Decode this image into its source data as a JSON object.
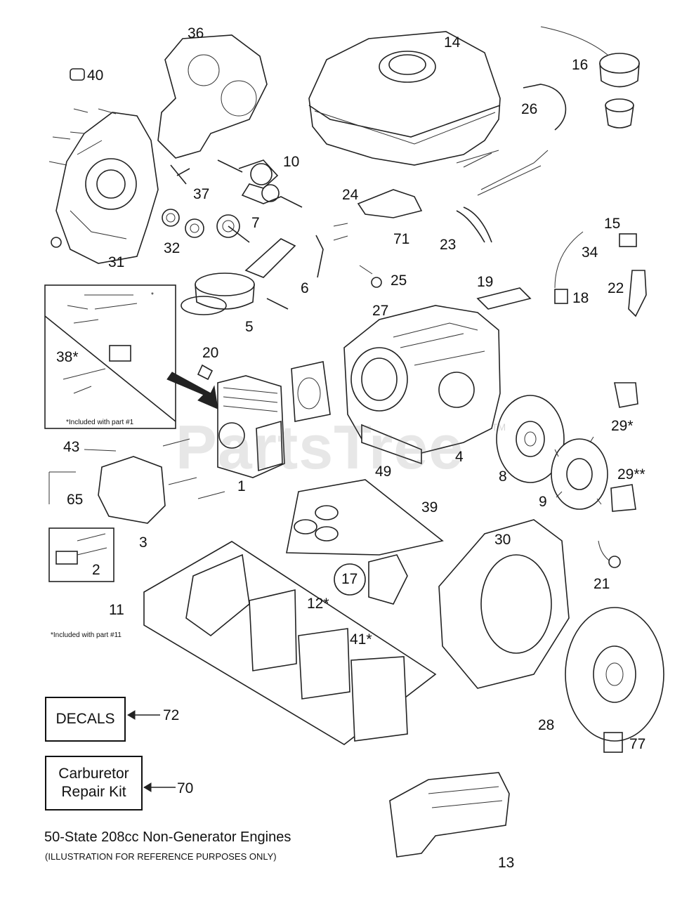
{
  "watermark": "PartsTree",
  "watermark_tm": "TM",
  "labels": {
    "p1": "1",
    "p2": "2",
    "p3": "3",
    "p4": "4",
    "p5": "5",
    "p6": "6",
    "p7": "7",
    "p8": "8",
    "p9": "9",
    "p10": "10",
    "p11": "11",
    "p12": "12*",
    "p13": "13",
    "p14": "14",
    "p15": "15",
    "p16": "16",
    "p17": "17",
    "p18": "18",
    "p19": "19",
    "p20": "20",
    "p21": "21",
    "p22": "22",
    "p23": "23",
    "p24": "24",
    "p25": "25",
    "p26": "26",
    "p27": "27",
    "p28": "28",
    "p29a": "29*",
    "p29b": "29**",
    "p30": "30",
    "p31": "31",
    "p32": "32",
    "p34": "34",
    "p36": "36",
    "p37": "37",
    "p38": "38*",
    "p39": "39",
    "p40": "40",
    "p41": "41*",
    "p43": "43",
    "p49": "49",
    "p65": "65",
    "p70": "70",
    "p71": "71",
    "p72": "72",
    "p77": "77"
  },
  "notes": {
    "included_part1": "*Included with part #1",
    "included_part11": "*Included with part #11",
    "star": "*"
  },
  "boxes": {
    "decals": "DECALS",
    "carb_line1": "Carburetor",
    "carb_line2": "Repair Kit"
  },
  "caption": {
    "title": "50-State 208cc Non-Generator Engines",
    "subtitle": "(ILLUSTRATION FOR REFERENCE PURPOSES ONLY)"
  },
  "part_icons": {
    "p1": "cylinder-head",
    "p4": "engine-block",
    "p8": "flywheel",
    "p9": "fan",
    "p13": "muffler-guard",
    "p14": "fuel-tank",
    "p16": "fuel-cap",
    "p17": "carburetor",
    "p28": "recoil-starter",
    "p30": "blower-housing",
    "p31": "crankcase-cover"
  }
}
